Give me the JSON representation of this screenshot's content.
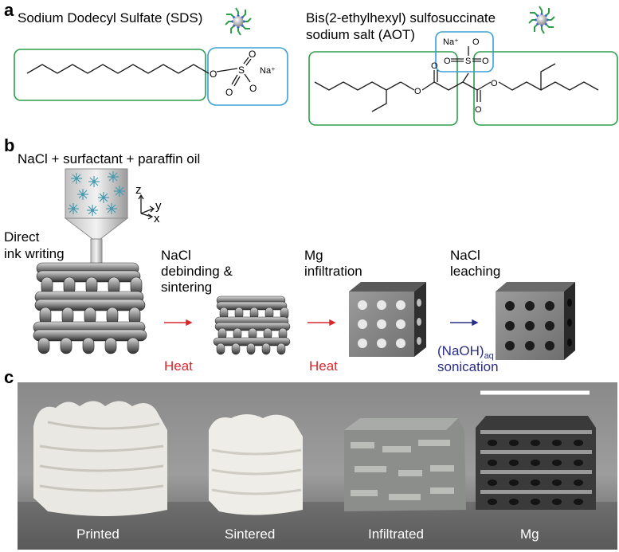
{
  "panels": {
    "a": {
      "letter": "a",
      "sds_title": "Sodium Dodecyl Sulfate (SDS)",
      "aot_title_line1": "Bis(2-ethylhexyl) sulfosuccinate",
      "aot_title_line2": "sodium salt (AOT)",
      "atoms": {
        "O": "O",
        "S": "S",
        "Na_plus": "Na⁺"
      }
    },
    "b": {
      "letter": "b",
      "ink_label": "NaCl + surfactant + paraffin oil",
      "axes": {
        "z": "z",
        "y": "y",
        "x": "x"
      },
      "step1_line1": "Direct",
      "step1_line2": "ink writing",
      "step2_line1": "NaCl",
      "step2_line2": "debinding &",
      "step2_line3": "sintering",
      "step3_line1": "Mg",
      "step3_line2": "infiltration",
      "step4_line1": "NaCl",
      "step4_line2": "leaching",
      "heat1": "Heat",
      "heat2": "Heat",
      "naoh_main": "(NaOH)",
      "naoh_sub": "aq",
      "sonication": "sonication"
    },
    "c": {
      "letter": "c",
      "labels": [
        "Printed",
        "Sintered",
        "Infiltrated",
        "Mg"
      ]
    }
  },
  "colors": {
    "box_green": "#2e9e4a",
    "box_blue": "#3a9fd6",
    "heat_red": "#d9262b",
    "naoh_blue": "#2a2f86",
    "photo_bg": "#7a7a7a"
  }
}
